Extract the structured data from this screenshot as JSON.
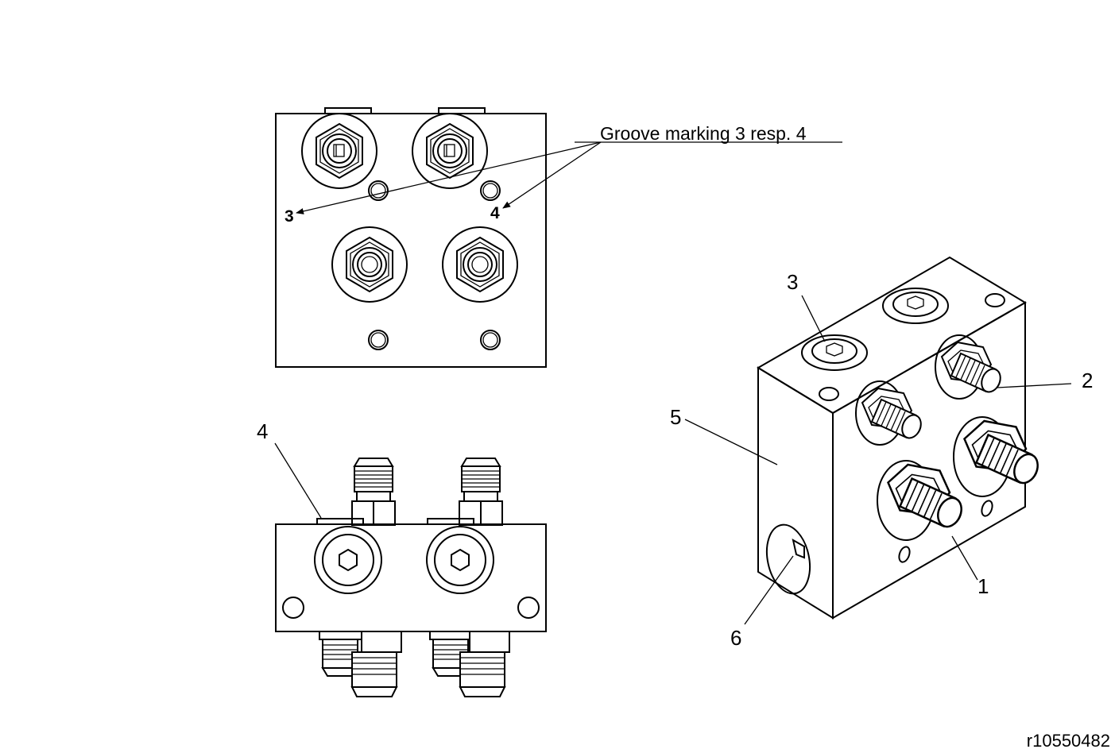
{
  "annotation": "Groove marking 3 resp. 4",
  "top_view": {
    "label_a": "3",
    "label_b": "4"
  },
  "side_view": {
    "label": "4"
  },
  "iso_view": {
    "labels": {
      "l1": "1",
      "l2": "2",
      "l3": "3",
      "l5": "5",
      "l6": "6"
    }
  },
  "drawing_code": "r10550482"
}
